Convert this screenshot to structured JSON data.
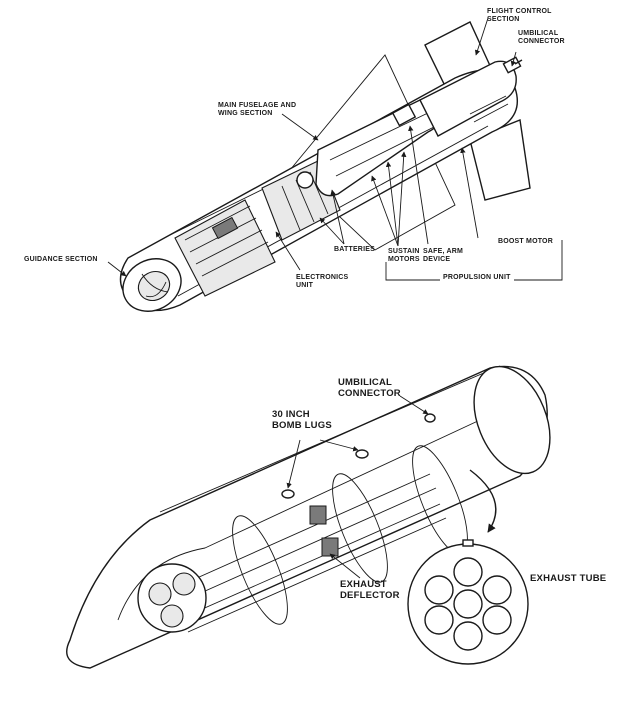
{
  "labels": {
    "flight_control": "FLIGHT CONTROL\nSECTION",
    "umbilical_top": "UMBILICAL\nCONNECTOR",
    "main_fuselage": "MAIN FUSELAGE AND\nWING SECTION",
    "guidance": "GUIDANCE SECTION",
    "batteries": "BATTERIES",
    "electronics": "ELECTRONICS\nUNIT",
    "sustain": "SUSTAIN\nMOTORS",
    "safe_arm": "SAFE, ARM\nDEVICE",
    "boost": "BOOST MOTOR",
    "propulsion": "PROPULSION UNIT",
    "umbilical_bottom": "UMBILICAL\nCONNECTOR",
    "bomb_lugs": "30 INCH\nBOMB LUGS",
    "exhaust_deflector": "EXHAUST\nDEFLECTOR",
    "exhaust_tube": "EXHAUST TUBE"
  }
}
